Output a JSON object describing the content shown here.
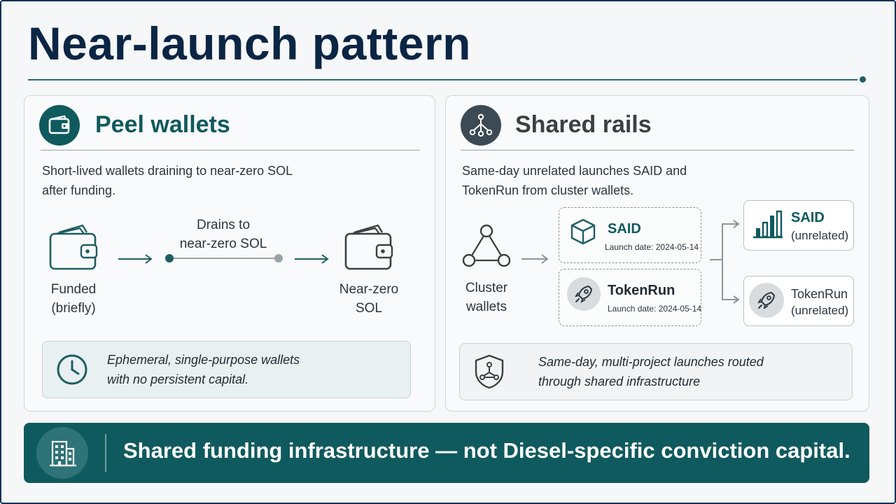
{
  "title": "Near-launch pattern",
  "left": {
    "title": "Peel wallets",
    "desc": [
      "Short-lived wallets draining to near-zero SOL",
      "after funding."
    ],
    "funded_label": [
      "Funded",
      "(briefly)"
    ],
    "drain_label": [
      "Drains to",
      "near-zero SOL"
    ],
    "nearzero_label": [
      "Near-zero",
      "SOL"
    ],
    "note": [
      "Ephemeral, single-purpose wallets",
      "with no persistent capital."
    ]
  },
  "right": {
    "title": "Shared rails",
    "desc": [
      "Same-day unrelated launches SAID and",
      "TokenRun from cluster wallets."
    ],
    "cluster_label": [
      "Cluster",
      "wallets"
    ],
    "said": {
      "name": "SAID",
      "date": "Launch date: 2024-05-14"
    },
    "tokenrun": {
      "name": "TokenRun",
      "date": "Launch date: 2024-05-14"
    },
    "said_out": {
      "name": "SAID",
      "sub": "(unrelated)"
    },
    "tokenrun_out": {
      "name": "TokenRun",
      "sub": "(unrelated)"
    },
    "note": [
      "Same-day, multi-project launches routed",
      "through shared infrastructure"
    ]
  },
  "banner": "Shared funding infrastructure — not Diesel-specific conviction capital.",
  "colors": {
    "teal": "#0f5a5e",
    "navy": "#0b2545",
    "slate": "#3b4a55"
  },
  "icons": [
    "wallet-icon",
    "network-nodes-icon",
    "clock-icon",
    "cube-icon",
    "rocket-icon",
    "bar-chart-icon",
    "shield-network-icon",
    "building-icon"
  ]
}
